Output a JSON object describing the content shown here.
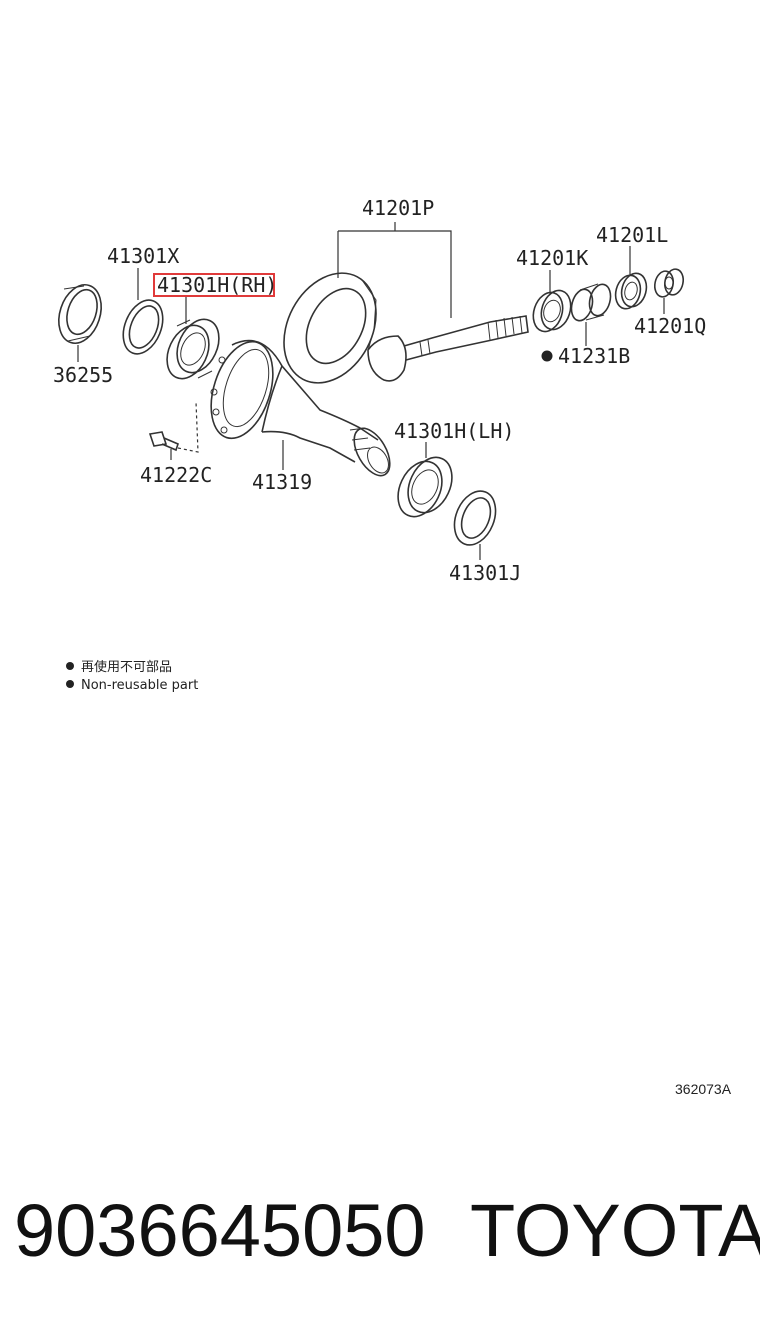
{
  "diagram": {
    "labels": {
      "p41201P": "41201P",
      "p41301X": "41301X",
      "p41301H_RH": "41301H(RH)",
      "p36255": "36255",
      "p41201K": "41201K",
      "p41201L": "41201L",
      "p41201Q": "41201Q",
      "p41231B": "41231B",
      "p41301H_LH": "41301H(LH)",
      "p41222C": "41222C",
      "p41319": "41319",
      "p41301J": "41301J"
    },
    "legend": {
      "line1": "再使用不可部品",
      "line2": "Non-reusable part"
    },
    "ref_code": "362073A",
    "highlight_color": "#e03a3a"
  },
  "footer": {
    "part_number": "9036645050",
    "brand": "TOYOTA"
  }
}
